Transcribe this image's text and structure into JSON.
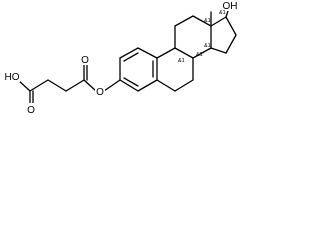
{
  "structure": {
    "colors": {
      "bond": "#000000",
      "background": "#ffffff"
    },
    "atoms": {
      "hydroxyl_o": "OH",
      "acid_hydroxyl": "HO",
      "acid_carbonyl_o": "O",
      "ester_carbonyl_o": "O",
      "ester_o": "O"
    },
    "stereo_labels": {
      "c8": "&1",
      "c9": "&1",
      "c14": "&1",
      "c13": "&1",
      "c17": "&1"
    }
  }
}
